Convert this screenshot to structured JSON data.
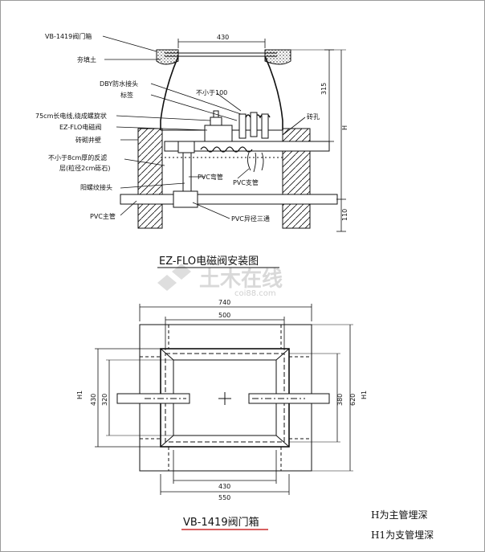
{
  "top_view": {
    "labels": {
      "box": "VB-1419阀门箱",
      "backfill": "夯填土",
      "dby": "DBY防水接头",
      "tag": "标签",
      "min100": "不小于100",
      "wire": "75cm长电线,绕成螺旋状",
      "ezflo": "EZ-FLO电磁阀",
      "brick_wall": "砖砌井壁",
      "gravel1": "不小于8cm厚的反滤",
      "gravel2": "层(粒径2cm砾石)",
      "male_adapter": "阳螺纹接头",
      "pvc_main": "PVC主管",
      "pvc_elbow": "PVC弯管",
      "pvc_branch": "PVC支管",
      "brick_hole": "砖孔",
      "reducing_tee": "PVC异径三通"
    },
    "dims": {
      "top_width": "430",
      "height_315": "315",
      "height_H": "H",
      "height_110": "110"
    },
    "title": "EZ-FLO电磁阀安装图"
  },
  "plan_view": {
    "dims": {
      "w740": "740",
      "w500": "500",
      "h430": "430",
      "h320": "320",
      "h380": "380",
      "h620": "620",
      "b430": "430",
      "b550": "550",
      "h1_left": "H1",
      "h1_right": "H1"
    },
    "title": "VB-1419阀门箱"
  },
  "notes": {
    "line1": "H为主管埋深",
    "line2": "H1为支管埋深"
  },
  "watermark": {
    "main": "土木在线",
    "sub": "coi88.com"
  },
  "colors": {
    "line": "#111111",
    "title_underline": "#c00000",
    "watermark": "#d9d9d9",
    "frame": "#9a9a9a"
  }
}
